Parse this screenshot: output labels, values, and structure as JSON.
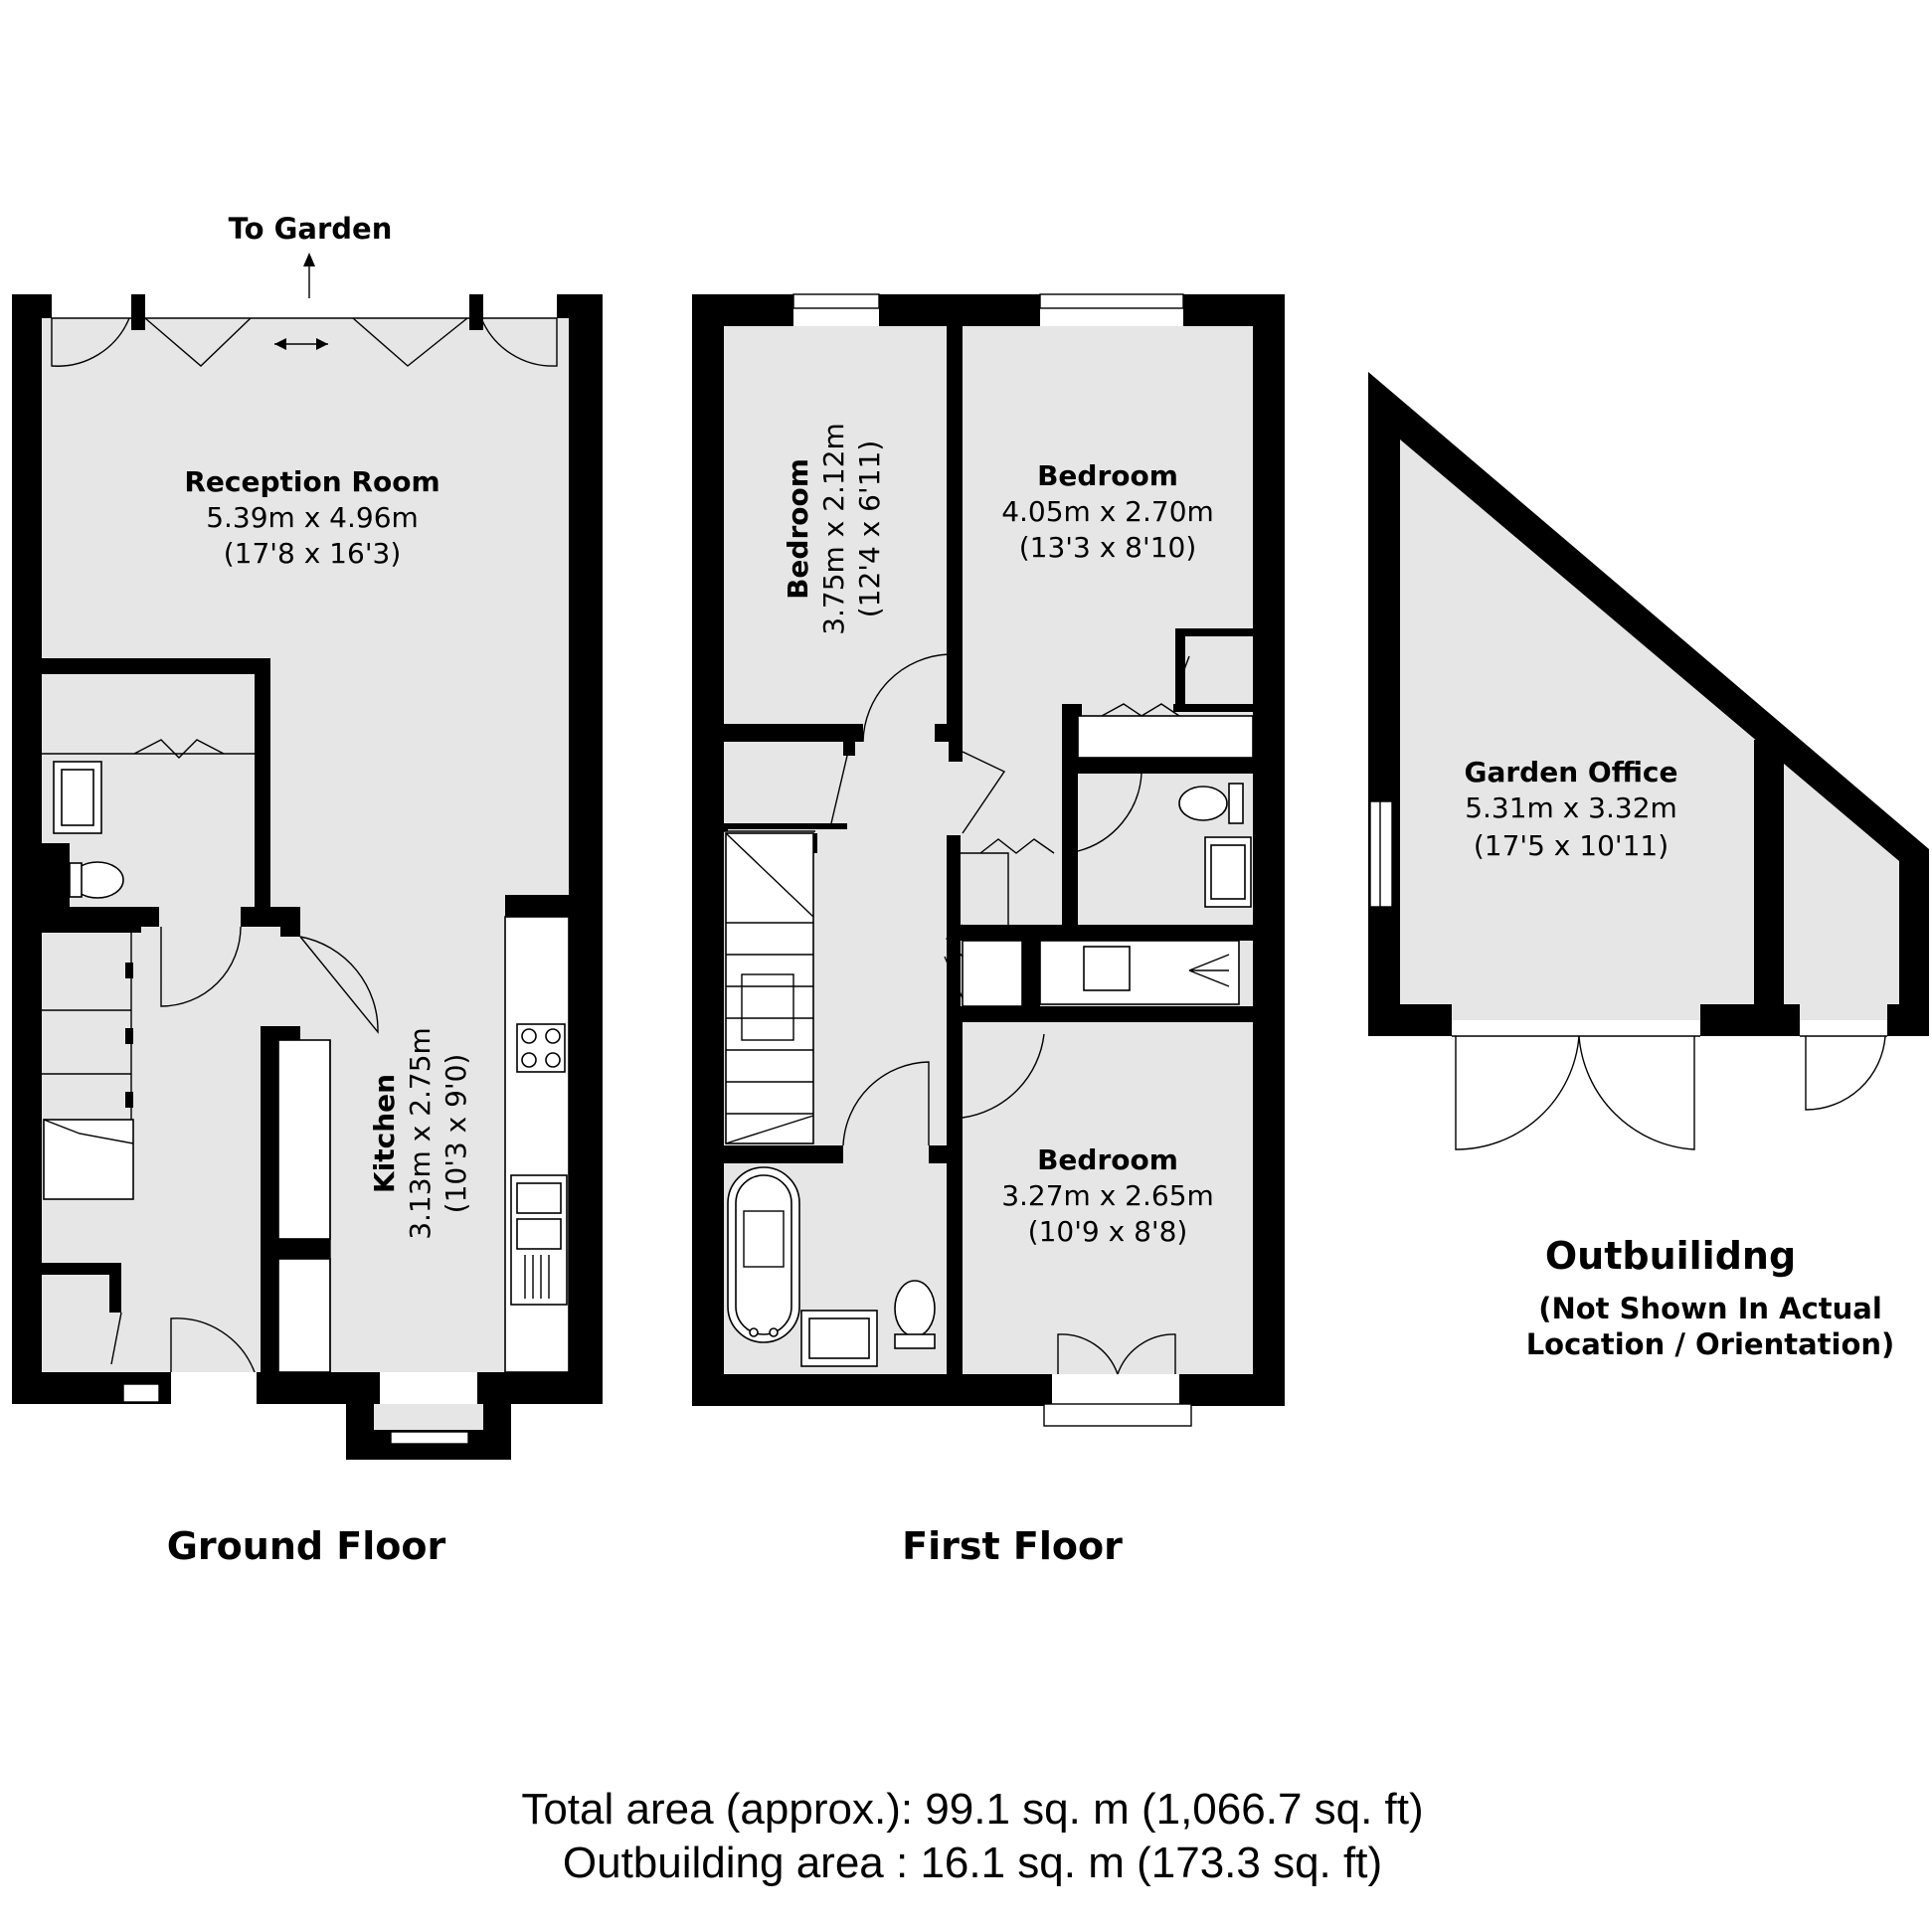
{
  "ground_floor": {
    "title": "Ground Floor",
    "garden_note": "To Garden",
    "rooms": [
      {
        "name": "Reception Room",
        "metric": "5.39m x 4.96m",
        "imperial": "(17'8 x 16'3)"
      },
      {
        "name": "Kitchen",
        "metric": "3.13m x 2.75m",
        "imperial": "(10'3 x 9'0)"
      }
    ]
  },
  "first_floor": {
    "title": "First Floor",
    "rooms": [
      {
        "name": "Bedroom",
        "metric": "3.75m x 2.12m",
        "imperial": "(12'4 x 6'11)"
      },
      {
        "name": "Bedroom",
        "metric": "4.05m x 2.70m",
        "imperial": "(13'3 x 8'10)"
      },
      {
        "name": "Bedroom",
        "metric": "3.27m x 2.65m",
        "imperial": "(10'9 x 8'8)"
      }
    ]
  },
  "outbuilding": {
    "title": "Outbuilidng",
    "note_line1": "(Not Shown In Actual",
    "note_line2": "Location / Orientation)",
    "rooms": [
      {
        "name": "Garden Office",
        "metric": "5.31m x 3.32m",
        "imperial": "(17'5 x 10'11)"
      }
    ]
  },
  "totals": {
    "total_area": "Total area (approx.): 99.1 sq. m (1,066.7 sq. ft)",
    "outbuilding_area": "Outbuilding area : 16.1 sq. m (173.3 sq. ft)"
  },
  "colors": {
    "floor": "#e6e6e6",
    "wall": "#000000",
    "background": "#ffffff"
  }
}
